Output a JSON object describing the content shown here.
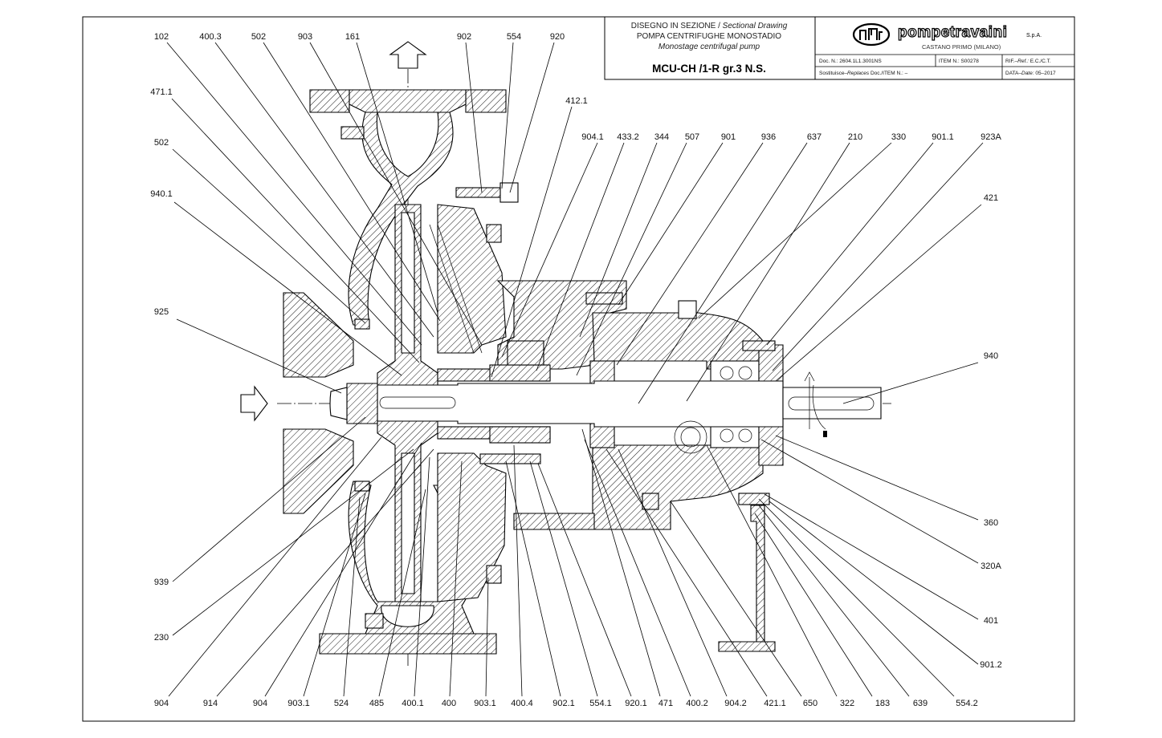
{
  "title_block": {
    "line1_it": "DISEGNO IN SEZIONE /",
    "line1_en": "Sectional Drawing",
    "line2": "POMPA CENTRIFUGHE MONOSTADIO",
    "line3_en": "Monostage centrifugal pump",
    "model": "MCU-CH /1-R gr.3 N.S.",
    "brand": "pompetravaini",
    "brand_suffix": "S.p.A.",
    "city": "CASTANO PRIMO  (MILANO)",
    "doc_label": "Doc. N.:",
    "doc_value": "2604.1L1.3001NS",
    "item_label": "ITEM N.:",
    "item_value": "S00278",
    "rif_label": "RIF.–",
    "rif_label_en": "Ref.:",
    "rif_value": "E.C./C.T.",
    "replaces_label": "Sostituisce–",
    "replaces_label_en": "Replaces",
    "replaces_rest": "Doc./ITEM N.:  –",
    "date_label": "DATA–",
    "date_label_en": "Date:",
    "date_value": "05–2017"
  },
  "callouts": [
    {
      "id": "c-102",
      "text": "102"
    },
    {
      "id": "c-400-3",
      "text": "400.3"
    },
    {
      "id": "c-502-top",
      "text": "502"
    },
    {
      "id": "c-903",
      "text": "903"
    },
    {
      "id": "c-161",
      "text": "161"
    },
    {
      "id": "c-902",
      "text": "902"
    },
    {
      "id": "c-554",
      "text": "554"
    },
    {
      "id": "c-920",
      "text": "920"
    },
    {
      "id": "c-471-1",
      "text": "471.1"
    },
    {
      "id": "c-412-1",
      "text": "412.1"
    },
    {
      "id": "c-502-left",
      "text": "502"
    },
    {
      "id": "c-904-1",
      "text": "904.1"
    },
    {
      "id": "c-433-2",
      "text": "433.2"
    },
    {
      "id": "c-344",
      "text": "344"
    },
    {
      "id": "c-507",
      "text": "507"
    },
    {
      "id": "c-901",
      "text": "901"
    },
    {
      "id": "c-936",
      "text": "936"
    },
    {
      "id": "c-637",
      "text": "637"
    },
    {
      "id": "c-210",
      "text": "210"
    },
    {
      "id": "c-330",
      "text": "330"
    },
    {
      "id": "c-901-1",
      "text": "901.1"
    },
    {
      "id": "c-923a",
      "text": "923A"
    },
    {
      "id": "c-940-1",
      "text": "940.1"
    },
    {
      "id": "c-421",
      "text": "421"
    },
    {
      "id": "c-925",
      "text": "925"
    },
    {
      "id": "c-940",
      "text": "940"
    },
    {
      "id": "c-360",
      "text": "360"
    },
    {
      "id": "c-320a",
      "text": "320A"
    },
    {
      "id": "c-939",
      "text": "939"
    },
    {
      "id": "c-401",
      "text": "401"
    },
    {
      "id": "c-230",
      "text": "230"
    },
    {
      "id": "c-901-2",
      "text": "901.2"
    },
    {
      "id": "c-904-a",
      "text": "904"
    },
    {
      "id": "c-914",
      "text": "914"
    },
    {
      "id": "c-904-b",
      "text": "904"
    },
    {
      "id": "c-903-1-a",
      "text": "903.1"
    },
    {
      "id": "c-524",
      "text": "524"
    },
    {
      "id": "c-485",
      "text": "485"
    },
    {
      "id": "c-400-1",
      "text": "400.1"
    },
    {
      "id": "c-400",
      "text": "400"
    },
    {
      "id": "c-903-1-b",
      "text": "903.1"
    },
    {
      "id": "c-400-4",
      "text": "400.4"
    },
    {
      "id": "c-902-1",
      "text": "902.1"
    },
    {
      "id": "c-554-1",
      "text": "554.1"
    },
    {
      "id": "c-920-1",
      "text": "920.1"
    },
    {
      "id": "c-471",
      "text": "471"
    },
    {
      "id": "c-400-2",
      "text": "400.2"
    },
    {
      "id": "c-904-2",
      "text": "904.2"
    },
    {
      "id": "c-421-1",
      "text": "421.1"
    },
    {
      "id": "c-650",
      "text": "650"
    },
    {
      "id": "c-322",
      "text": "322"
    },
    {
      "id": "c-183",
      "text": "183"
    },
    {
      "id": "c-639",
      "text": "639"
    },
    {
      "id": "c-554-2",
      "text": "554.2"
    }
  ]
}
